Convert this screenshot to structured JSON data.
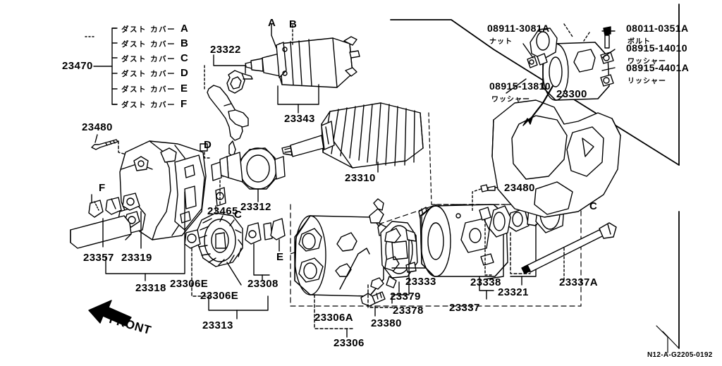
{
  "diagram": {
    "title_code": "N12-A-G2205-0192",
    "front_marker": "FRONT",
    "legend": {
      "group_number": "23470",
      "rows": [
        {
          "name": "ダスト カバー",
          "suffix": "A"
        },
        {
          "name": "ダスト カバー",
          "suffix": "B"
        },
        {
          "name": "ダスト カバー",
          "suffix": "C"
        },
        {
          "name": "ダスト カバー",
          "suffix": "D"
        },
        {
          "name": "ダスト カバー",
          "suffix": "E"
        },
        {
          "name": "ダスト カバー",
          "suffix": "F"
        }
      ]
    },
    "fastener_callouts": [
      {
        "number": "08911-3081A",
        "jp": "ナット"
      },
      {
        "number": "08011-0351A",
        "jp": "ボルト"
      },
      {
        "number": "08915-14010",
        "jp": "ワッシャー"
      },
      {
        "number": "08915-4401A",
        "jp": "リッシャー"
      },
      {
        "number": "08915-13810",
        "jp": "ワッシャー"
      }
    ],
    "part_numbers": [
      "23470",
      "23480",
      "23322",
      "23343",
      "23310",
      "23312",
      "23465",
      "23357",
      "23319",
      "23318",
      "23306E",
      "23306E",
      "23313",
      "23308",
      "23306A",
      "23380",
      "23306",
      "23379",
      "23378",
      "23333",
      "23337",
      "23338",
      "23321",
      "23337A",
      "23300",
      "23480"
    ],
    "alpha_markers": [
      "A",
      "B",
      "C",
      "D",
      "E",
      "F",
      "C",
      "E",
      "C"
    ],
    "labels": {
      "p23470": "23470",
      "p23480_left": "23480",
      "p23480_right": "23480",
      "p23322": "23322",
      "p23343": "23343",
      "p23310": "23310",
      "p23312": "23312",
      "p23465": "23465",
      "p23357": "23357",
      "p23319": "23319",
      "p23318": "23318",
      "p23306E_a": "23306E",
      "p23306E_b": "23306E",
      "p23313": "23313",
      "p23308": "23308",
      "p23306A": "23306A",
      "p23380": "23380",
      "p23306": "23306",
      "p23379": "23379",
      "p23378": "23378",
      "p23333": "23333",
      "p23337": "23337",
      "p23338_a": "23338",
      "p23338_b": "23338",
      "p23321": "23321",
      "p23337A": "23337A",
      "p23300": "23300",
      "mA": "A",
      "mB": "B",
      "mC1": "C",
      "mD": "D",
      "mE1": "E",
      "mF": "F",
      "mC2": "C",
      "mE2": "E",
      "mC3": "C"
    },
    "fasteners": {
      "nut_num": "08911-3081A",
      "nut_jp": "ナット",
      "bolt_num": "08011-0351A",
      "bolt_jp": "ボルト",
      "washer1_num": "08915-14010",
      "washer1_jp": "ワッシャー",
      "washer2_num": "08915-4401A",
      "washer2_jp": "リッシャー",
      "washer3_num": "08915-13810",
      "washer3_jp": "ワッシャー"
    },
    "colors": {
      "ink": "#000000",
      "paper": "#ffffff"
    }
  }
}
